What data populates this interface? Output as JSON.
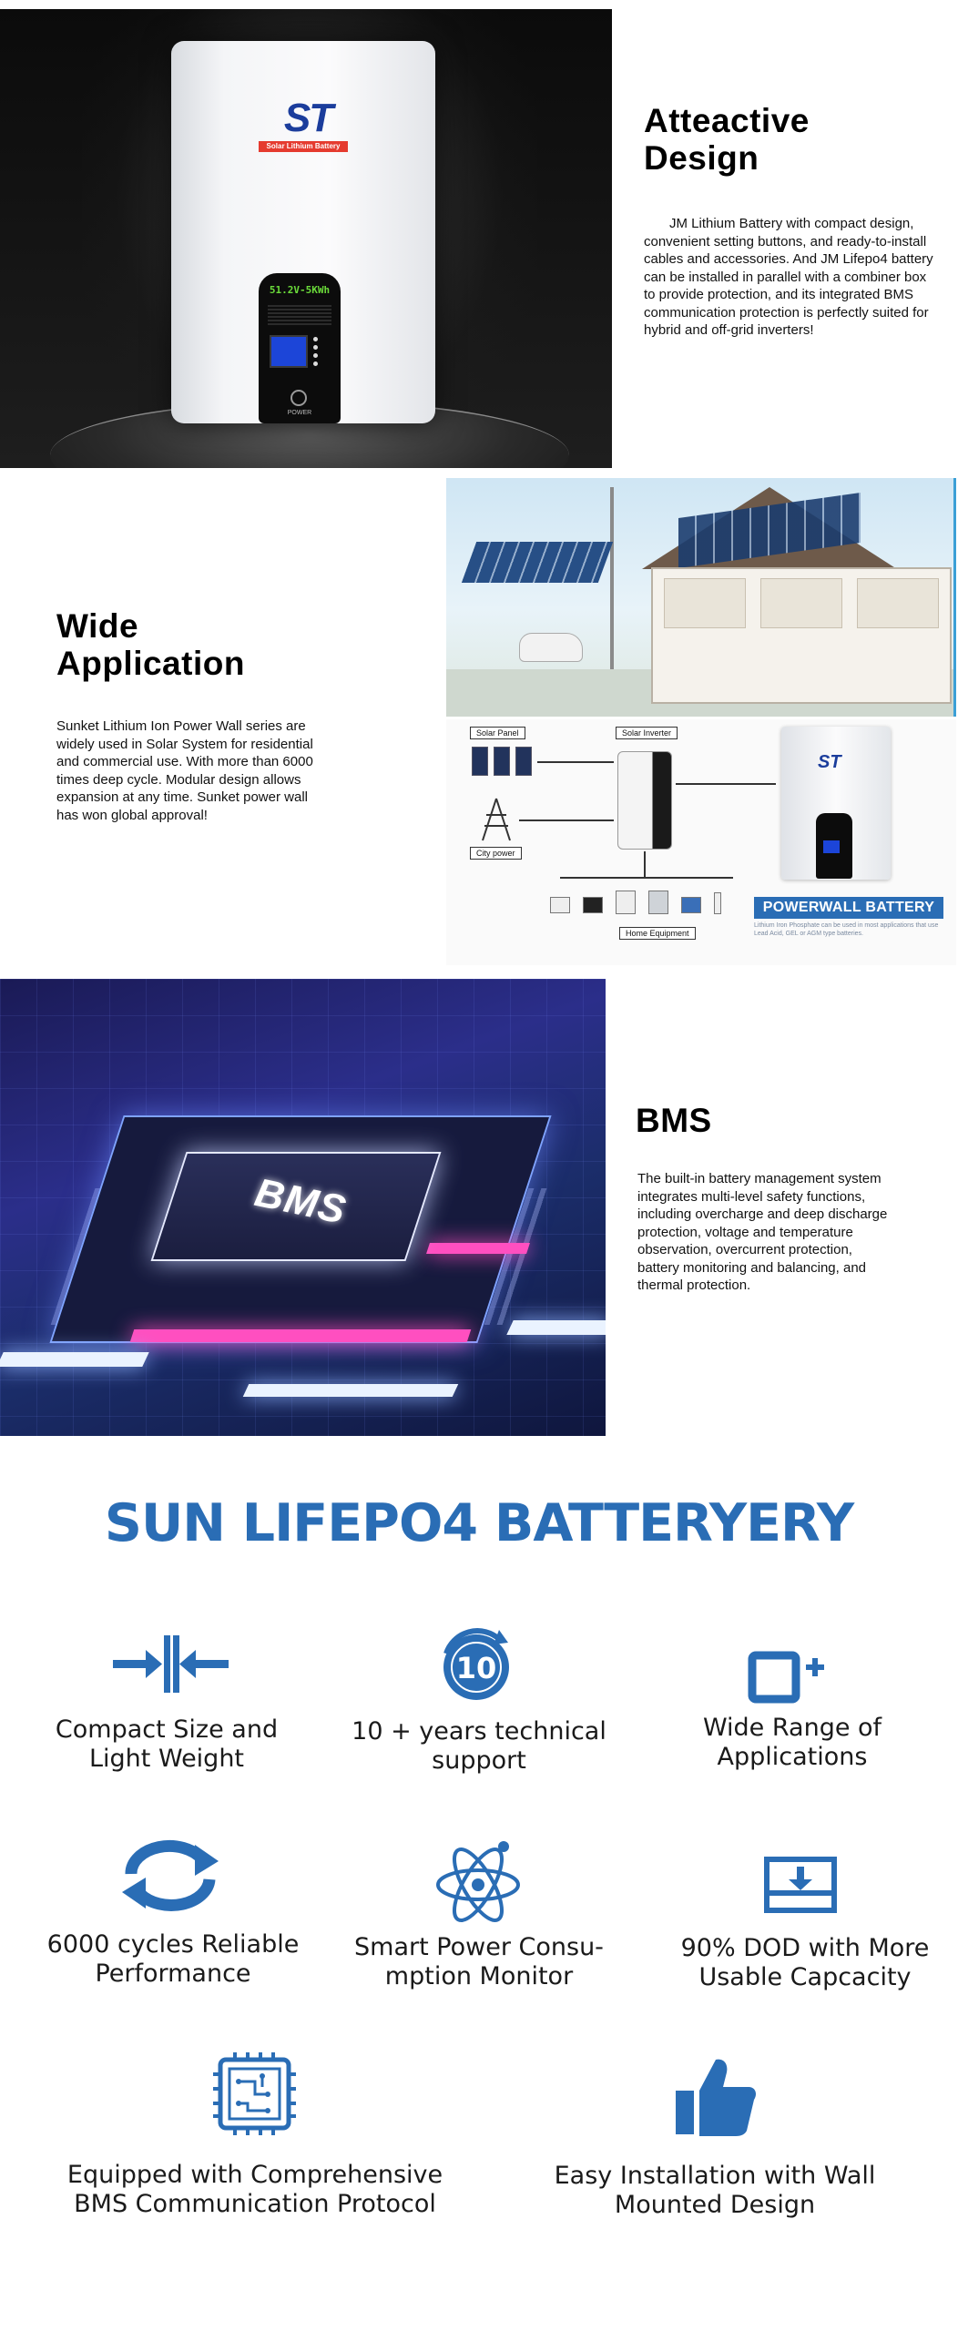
{
  "section1": {
    "title_line1": "Atteactive",
    "title_line2": "Design",
    "body": "JM Lithium Battery with compact design, convenient setting buttons, and ready-to-install cables and accessories. And JM Lifepo4 battery can be installed in parallel with a combiner box to provide protection, and its integrated BMS communication protection is perfectly suited for hybrid and off-grid inverters!",
    "battery_logo": "ST",
    "battery_logo_sub": "Solar Lithium Battery",
    "battery_panel_label": "51.2V-5KWh",
    "battery_power_label": "POWER"
  },
  "section2": {
    "title_line1": "Wide",
    "title_line2": "Application",
    "body": "Sunket Lithium Ion Power Wall series are widely used in Solar System for residential and commercial use. With more than 6000 times deep cycle. Modular design allows expansion at any time. Sunket power wall has won global approval!",
    "diagram": {
      "solar_panel": "Solar Panel",
      "solar_inverter": "Solar Inverter",
      "city_power": "City power",
      "home_equipment": "Home Equipment",
      "powerwall_banner": "POWERWALL BATTERY",
      "powerwall_note": "Lithium Iron Phosphate can be used in most applications that use Lead Acid, GEL or AGM type batteries.",
      "mini_logo": "ST"
    }
  },
  "section3": {
    "title": "BMS",
    "chip_label": "BMS",
    "body": "The built-in battery management system integrates multi-level safety functions, including overcharge and deep discharge protection, voltage and temperature observation, overcurrent protection, battery monitoring and balancing, and thermal protection."
  },
  "features": {
    "title": "SUN LIFEPO4 BATTERYERY",
    "accent_color": "#2a6db5",
    "ten_badge": "10",
    "items": [
      {
        "line1": "Compact Size and",
        "line2": "Light Weight",
        "icon": "compress-arrows-icon"
      },
      {
        "line1": "10 + years technical",
        "line2": "support",
        "icon": "ten-years-badge-icon"
      },
      {
        "line1": "Wide Range of",
        "line2": "Applications",
        "icon": "square-plus-icon"
      },
      {
        "line1": "6000 cycles Reliable",
        "line2": "Performance",
        "icon": "cycle-arrows-icon"
      },
      {
        "line1": "Smart Power Consu-",
        "line2": "mption Monitor",
        "icon": "atom-icon"
      },
      {
        "line1": "90% DOD with More",
        "line2": "Usable Capcacity",
        "icon": "download-box-icon"
      },
      {
        "line1": "Equipped with Comprehensive",
        "line2": "BMS Communication Protocol",
        "icon": "circuit-chip-icon"
      },
      {
        "line1": "Easy Installation with Wall",
        "line2": "Mounted Design",
        "icon": "thumbs-up-icon"
      }
    ]
  }
}
